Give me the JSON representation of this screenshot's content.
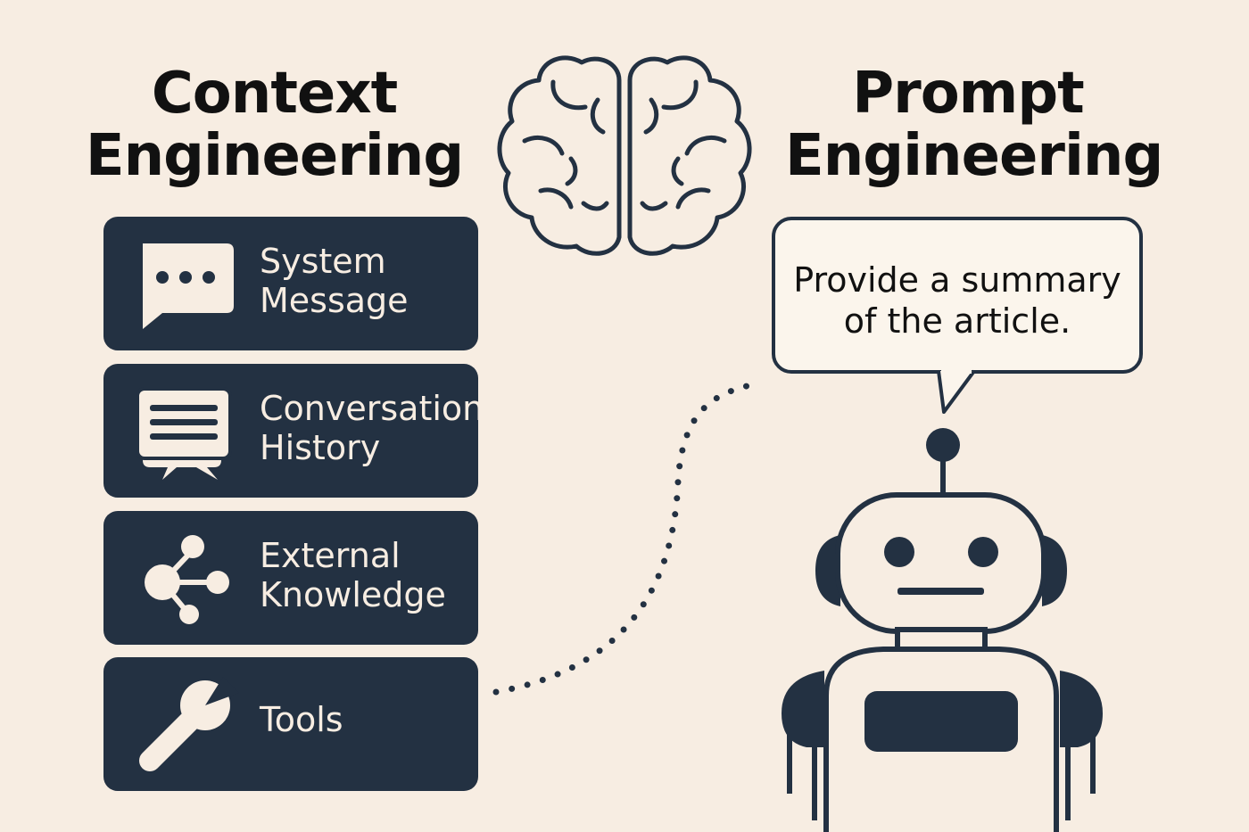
{
  "left_title": {
    "line1": "Context",
    "line2": "Engineering"
  },
  "right_title": {
    "line1": "Prompt",
    "line2": "Engineering"
  },
  "cards": [
    {
      "icon": "chat-bubble-dots-icon",
      "line1": "System",
      "line2": "Message"
    },
    {
      "icon": "conversation-bubbles-icon",
      "line1": "Conversation",
      "line2": "History"
    },
    {
      "icon": "share-nodes-icon",
      "line1": "External",
      "line2": "Knowledge"
    },
    {
      "icon": "wrench-icon",
      "line1": "Tools",
      "line2": ""
    }
  ],
  "speech_bubble": {
    "line1": "Provide a summary",
    "line2": "of the article."
  },
  "center_icon": "brain-icon",
  "robot_icon": "robot-icon",
  "colors": {
    "background": "#f7ede2",
    "dark": "#233142",
    "light_text": "#f7ede2"
  }
}
